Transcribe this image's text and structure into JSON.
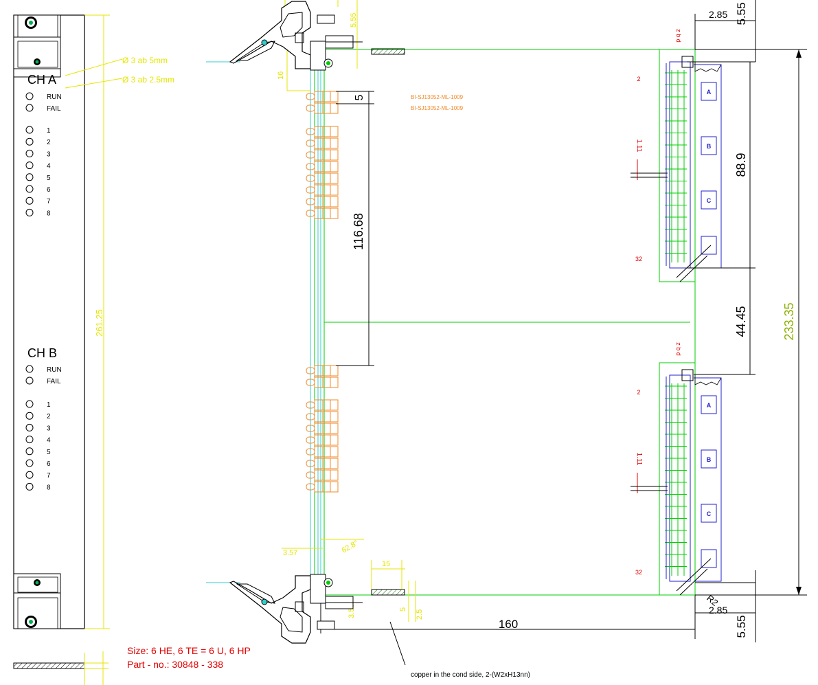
{
  "colors": {
    "background": "#ffffff",
    "outline": "#000000",
    "board": "#00cc00",
    "dimension_yellow": "#e6e600",
    "dimension_olive": "#8db000",
    "connector_blue": "#2222cc",
    "component_orange": "#f08a2a",
    "annotation_red": "#e60000",
    "rail_cyan": "#33cccc"
  },
  "front_panel": {
    "channel_a": {
      "title": "CH A",
      "status": [
        "RUN",
        "FAIL"
      ],
      "leds": [
        "1",
        "2",
        "3",
        "4",
        "5",
        "6",
        "7",
        "8"
      ]
    },
    "channel_b": {
      "title": "CH B",
      "status": [
        "RUN",
        "FAIL"
      ],
      "leds": [
        "1",
        "2",
        "3",
        "4",
        "5",
        "6",
        "7",
        "8"
      ]
    },
    "panel_height": "261.25",
    "callout_1": "Ø 3 ab 5mm",
    "callout_2": "Ø 3 ab 2.5mm"
  },
  "board": {
    "dim_top_right": "2.85",
    "dim_top_offset": "5.55",
    "dim_connector_pitch": "88.9",
    "dim_connector_gap": "44.45",
    "dim_board_height": "233.35",
    "dim_led_pitch": "5",
    "dim_led_span": "116.68",
    "dim_board_length": "160",
    "dim_bottom_right": "2.85",
    "dim_bottom_offset": "5.55",
    "dim_corner_radius": "R2",
    "dim_left_small": "3.57",
    "dim_bottom_small_a": "3.55",
    "dim_bottom_small_b": "2.5",
    "dim_bottom_small_c": "5",
    "dim_strip": "15",
    "dim_handle_angle": "62.8°",
    "dim_handle_top": "5.55",
    "dim_handle_side": "16",
    "part_labels": [
      "BI-SJ13052-ML-1009",
      "BI-SJ13052-ML-1009"
    ],
    "connector_rows": [
      "A",
      "B",
      "C"
    ],
    "connector_pin_top": "2",
    "connector_pin_bottom": "32",
    "connector_pin_mid": "1.11",
    "connector_label": "z b d",
    "note": "copper in the cond side, 2-(W2xH13nn)"
  },
  "size_text": "Size: 6 HE, 6 TE = 6 U, 6 HP",
  "part_no_text": "Part - no.: 30848 - 338"
}
